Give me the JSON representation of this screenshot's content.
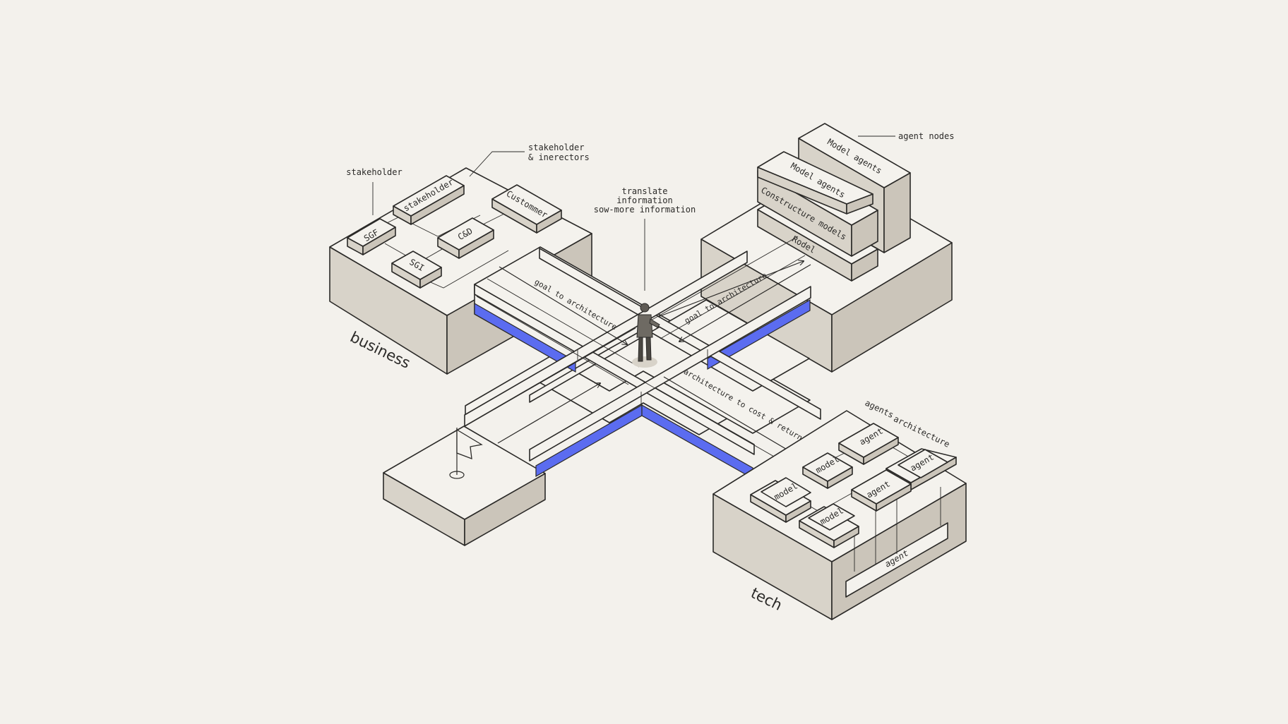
{
  "regions": {
    "business": "business",
    "tech": "tech"
  },
  "callouts": {
    "stakeholder": "stakeholder",
    "stakeholder_interactors_1": "stakeholder",
    "stakeholder_interactors_2": "& inerectors",
    "translate_1": "translate",
    "translate_2": "information",
    "translate_3": "sow-more information",
    "agent_nodes": "agent nodes",
    "agents": "agents",
    "architecture": "architecture"
  },
  "business_nodes": {
    "sgf": "SGF",
    "stakeholder": "stakeholder",
    "customer": "Custommer",
    "cd": "C&D",
    "sgi": "SGI"
  },
  "model_stack": {
    "model_agents_back": "Model agents",
    "model_agents_front": "Model agents",
    "constructure_models": "Constructure models",
    "rodel": "Rodel"
  },
  "channels": {
    "goal_to_architecture_left": "goal to architecture",
    "goal_to_architecture_right": "goal to architecture",
    "architecture_to_cost": "architecture to cost & return"
  },
  "tech_nodes": {
    "agent_1": "agent",
    "agent_2": "agent",
    "agent_3": "agent",
    "model_1": "model",
    "model_2": "model",
    "model_3": "model",
    "agent_bar": "agent"
  },
  "colors": {
    "background": "#f3f1ec",
    "accent_blue": "#5b6cf0",
    "line": "#2b2a28"
  }
}
